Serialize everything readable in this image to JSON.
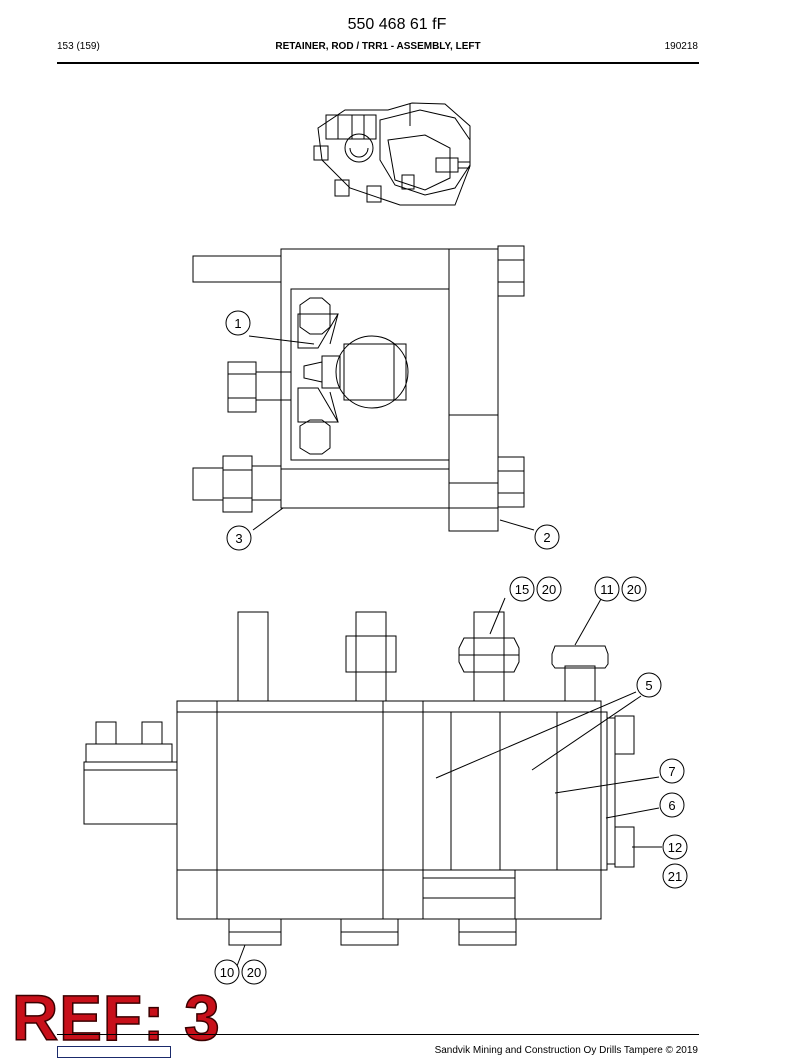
{
  "header": {
    "document_number": "550 468 61 fF",
    "page": "153 (159)",
    "title": "RETAINER, ROD / TRR1 - ASSEMBLY, LEFT",
    "date_code": "190218"
  },
  "callouts": {
    "c1": "1",
    "c2": "2",
    "c3": "3",
    "c5": "5",
    "c6": "6",
    "c7": "7",
    "c10": "10",
    "c11": "11",
    "c12": "12",
    "c15": "15",
    "c20": "20",
    "c21": "21"
  },
  "stamp": {
    "text": "REF: 3"
  },
  "footer": {
    "copyright": "Sandvik Mining and Construction Oy Drills Tampere © 2019"
  }
}
